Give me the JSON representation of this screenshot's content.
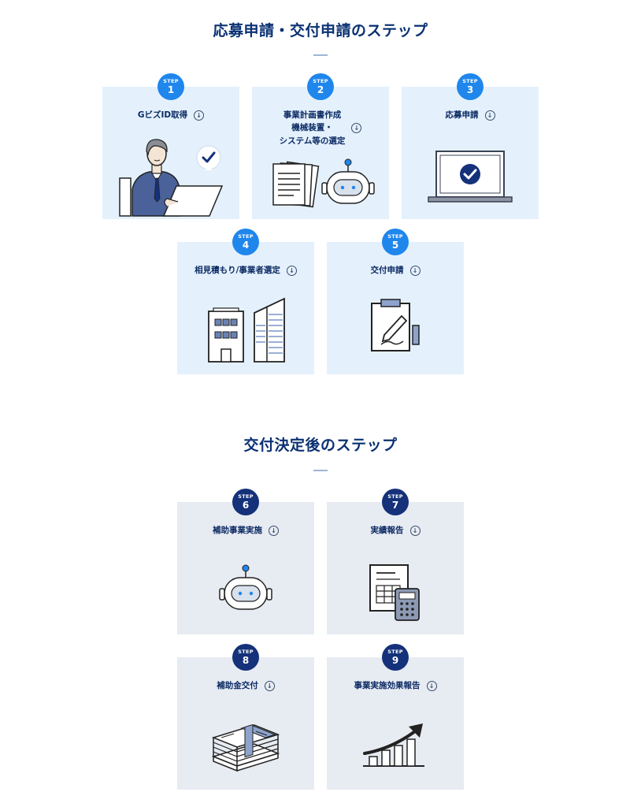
{
  "sections": [
    {
      "title": "応募申請・交付申請のステップ"
    },
    {
      "title": "交付決定後のステップ"
    }
  ],
  "step_word": "STEP",
  "download_icon": "↓",
  "steps": [
    {
      "num": "1",
      "label": "GビズID取得",
      "icon": "businessman-laptop-icon"
    },
    {
      "num": "2",
      "label": "事業計画書作成\n機械装置・\nシステム等の選定",
      "icon": "documents-robot-icon"
    },
    {
      "num": "3",
      "label": "応募申請",
      "icon": "laptop-check-icon"
    },
    {
      "num": "4",
      "label": "相見積もり/事業者選定",
      "icon": "buildings-icon"
    },
    {
      "num": "5",
      "label": "交付申請",
      "icon": "clipboard-pen-icon"
    },
    {
      "num": "6",
      "label": "補助事業実施",
      "icon": "robot-icon"
    },
    {
      "num": "7",
      "label": "実績報告",
      "icon": "report-calculator-icon"
    },
    {
      "num": "8",
      "label": "補助金交付",
      "icon": "money-stack-icon"
    },
    {
      "num": "9",
      "label": "事業実施効果報告",
      "icon": "growth-chart-icon"
    }
  ],
  "colors": {
    "title": "#0b3173",
    "card_light": "#e4f1fd",
    "card_grey": "#e7ebf2",
    "badge_blue": "#1f86ec",
    "badge_navy": "#14317a"
  }
}
